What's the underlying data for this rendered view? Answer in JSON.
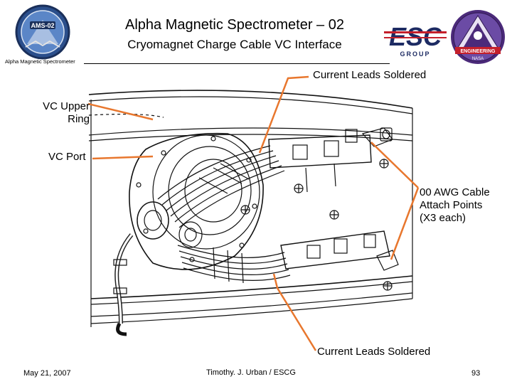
{
  "header": {
    "title": "Alpha Magnetic Spectrometer – 02",
    "subtitle": "Cryomagnet Charge Cable VC Interface",
    "left_caption": "Alpha Magnetic Spectrometer"
  },
  "logos": {
    "ams_badge": {
      "text": "AMS-02",
      "icon": "ams-02-mission-patch"
    },
    "escg_logo": {
      "text_big": "ESC",
      "text_small": "GROUP",
      "icon": "escg-logo"
    },
    "nasa_eng_logo": {
      "text_top": "ENGINEERING",
      "text_bottom": "NASA",
      "icon": "nasa-engineering-logo"
    }
  },
  "callouts": {
    "current_leads_top": "Current Leads Soldered",
    "vc_upper_ring_1": "VC Upper",
    "vc_upper_ring_2": "Ring",
    "vc_port": "VC Port",
    "awg_1": "00 AWG Cable",
    "awg_2": "Attach Points",
    "awg_3": "(X3 each)",
    "current_leads_bottom": "Current Leads Soldered"
  },
  "footer": {
    "date": "May 21, 2007",
    "author": "Timothy. J. Urban / ESCG",
    "page": "93"
  },
  "colors": {
    "leader_line": "#e8772e",
    "ams_blue": "#2b4f8c",
    "escg_navy": "#1d2b63",
    "escg_red": "#c4202b",
    "nasa_purple": "#4b2a7a"
  }
}
